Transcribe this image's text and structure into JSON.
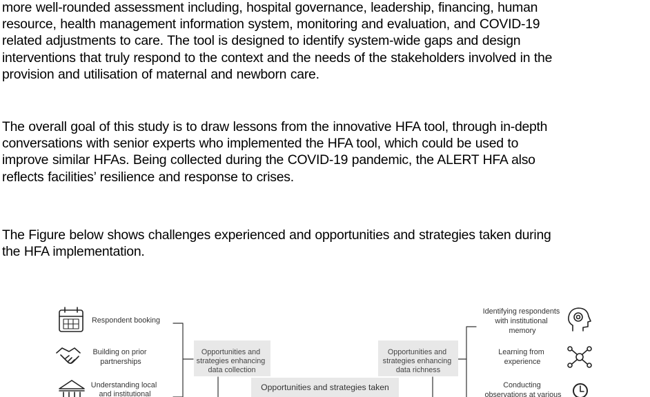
{
  "document": {
    "paragraph_1_lines": [
      "more well-rounded assessment including, hospital governance, leadership, financing,  human",
      "resource, health management information system, monitoring and evaluation, and COVID-19",
      "related adjustments to care. The tool is designed to identify system-wide gaps and design",
      "interventions that truly respond to the context and the needs of the stakeholders involved in the",
      "provision and utilisation of maternal and newborn care."
    ],
    "paragraph_2_lines": [
      "The overall goal of this study is to draw lessons from the innovative HFA tool, through in-depth",
      "conversations with senior experts who implemented the HFA tool, which could be used to",
      "improve similar HFAs. Being collected during the COVID-19 pandemic, the ALERT HFA also",
      "reflects facilities’ resilience and response to crises."
    ],
    "paragraph_3_lines": [
      "The Figure below shows challenges experienced and opportunities and strategies taken during",
      "the HFA implementation."
    ]
  },
  "figure": {
    "left_items": [
      {
        "icon": "calendar-icon",
        "lines": [
          "Respondent booking"
        ]
      },
      {
        "icon": "handshake-icon",
        "lines": [
          "Building on prior",
          "partnerships"
        ]
      },
      {
        "icon": "institution-icon",
        "lines": [
          "Understanding local",
          "and institutional"
        ]
      }
    ],
    "left_box_lines": [
      "Opportunities and",
      "strategies enhancing",
      "data collection"
    ],
    "right_box_lines": [
      "Opportunities and",
      "strategies enhancing",
      "data richness"
    ],
    "center_box_label": "Opportunities and strategies taken",
    "right_items": [
      {
        "icon": "head-brain-icon",
        "lines": [
          "Identifying respondents",
          "with institutional",
          "memory"
        ]
      },
      {
        "icon": "network-icon",
        "lines": [
          "Learning from",
          "experience"
        ]
      },
      {
        "icon": "clock-icon",
        "lines": [
          "Conducting",
          "observations at various"
        ]
      }
    ]
  }
}
